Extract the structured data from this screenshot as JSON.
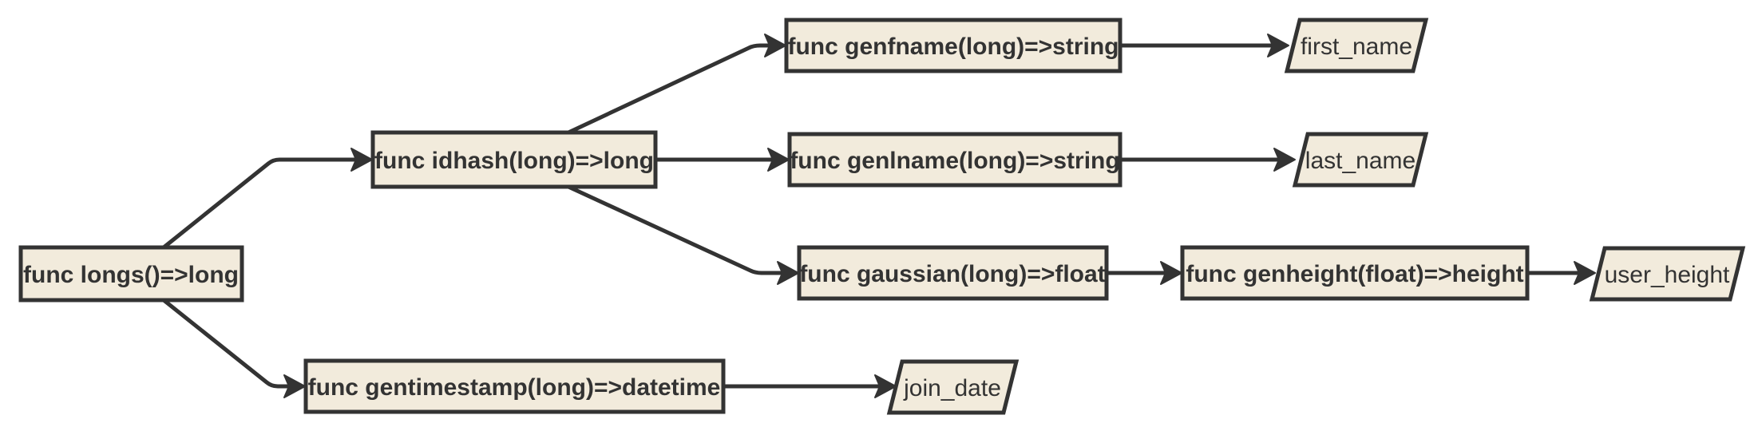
{
  "colors": {
    "box_fill": "#f2ebdc",
    "stroke": "#333333",
    "text": "#333333",
    "background": "#ffffff"
  },
  "nodes": {
    "longs": "func longs()=>long",
    "idhash": "func idhash(long)=>long",
    "gentimestamp": "func gentimestamp(long)=>datetime",
    "genfname": "func genfname(long)=>string",
    "genlname": "func genlname(long)=>string",
    "gaussian": "func gaussian(long)=>float",
    "genheight": "func genheight(float)=>height"
  },
  "outputs": {
    "first_name": "first_name",
    "last_name": "last_name",
    "user_height": "user_height",
    "join_date": "join_date"
  },
  "edges": [
    [
      "longs",
      "idhash"
    ],
    [
      "longs",
      "gentimestamp"
    ],
    [
      "idhash",
      "genfname"
    ],
    [
      "idhash",
      "genlname"
    ],
    [
      "idhash",
      "gaussian"
    ],
    [
      "gaussian",
      "genheight"
    ],
    [
      "genfname",
      "first_name"
    ],
    [
      "genlname",
      "last_name"
    ],
    [
      "genheight",
      "user_height"
    ],
    [
      "gentimestamp",
      "join_date"
    ]
  ]
}
